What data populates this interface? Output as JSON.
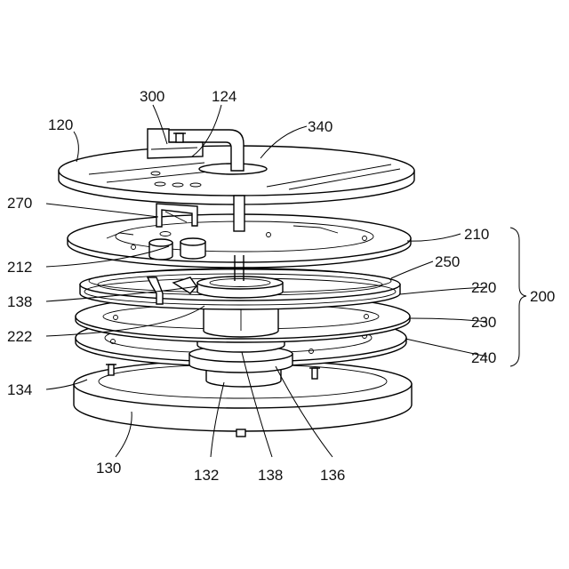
{
  "figure": {
    "labels": {
      "l120": "120",
      "l300": "300",
      "l124": "124",
      "l340": "340",
      "l270": "270",
      "l212": "212",
      "l210": "210",
      "l250": "250",
      "l138_upper": "138",
      "l220": "220",
      "l200": "200",
      "l222": "222",
      "l230": "230",
      "l240": "240",
      "l134": "134",
      "l130": "130",
      "l132": "132",
      "l138_lower": "138",
      "l136": "136"
    }
  }
}
